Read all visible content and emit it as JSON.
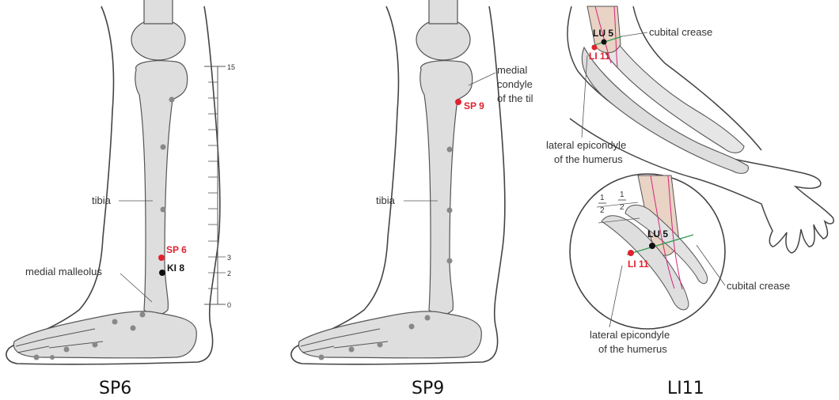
{
  "colors": {
    "acupoint_red": "#e2222f",
    "acupoint_black": "#111111",
    "bone": "#dedede",
    "outline": "#444444",
    "muscle": "#e8d3c4",
    "crease": "#2e9a4e",
    "vessel": "#d4267a"
  },
  "panels": {
    "sp6": {
      "title": "SP6",
      "labels": {
        "tibia": "tibia",
        "medial_malleolus": "medial malleolus"
      },
      "points": {
        "sp6": "SP 6",
        "ki8": "KI 8"
      },
      "scale": {
        "top": "15",
        "three": "3",
        "two": "2",
        "zero": "0"
      }
    },
    "sp9": {
      "title": "SP9",
      "labels": {
        "tibia": "tibia",
        "condyle_line1": "medial",
        "condyle_line2": "condyle",
        "condyle_line3": "of the til"
      },
      "points": {
        "sp9": "SP 9"
      }
    },
    "li11": {
      "title": "LI11",
      "labels": {
        "cubital_crease_top": "cubital crease",
        "lateral_epicondyle_top_1": "lateral epicondyle",
        "lateral_epicondyle_top_2": "of the humerus",
        "cubital_crease_bottom": "cubital crease",
        "lateral_epicondyle_bottom_1": "lateral epicondyle",
        "lateral_epicondyle_bottom_2": "of the humerus"
      },
      "points": {
        "lu5_top": "LU 5",
        "li11_top": "LI 11",
        "lu5_zoom": "LU 5",
        "li11_zoom": "LI 11"
      },
      "fraction": {
        "numerator": "1",
        "denominator": "2"
      }
    }
  }
}
